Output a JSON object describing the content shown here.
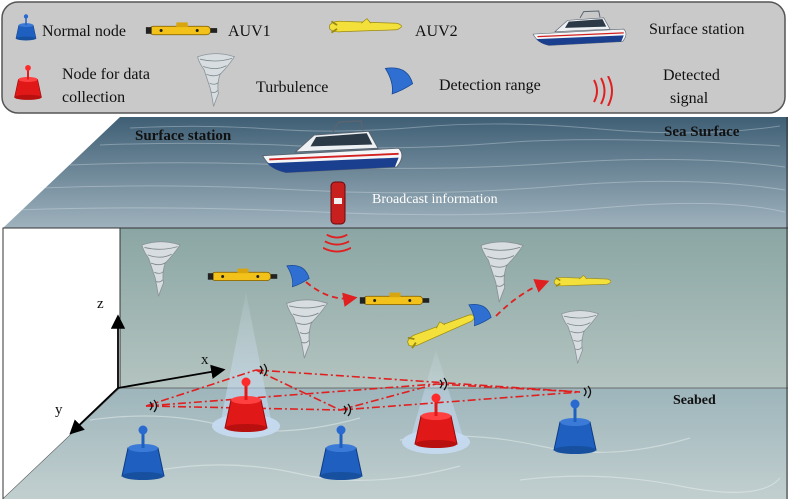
{
  "legend": {
    "normal_node": "Normal node",
    "auv1": "AUV1",
    "auv2": "AUV2",
    "surface_station": "Surface station",
    "node_for_data_line1": "Node for data",
    "node_for_data_line2": "collection",
    "turbulence": "Turbulence",
    "detection_range": "Detection range",
    "detected_signal_line1": "Detected",
    "detected_signal_line2": "signal"
  },
  "scene": {
    "surface_station": "Surface station",
    "sea_surface": "Sea Surface",
    "broadcast": "Broadcast information",
    "seabed": "Seabed"
  },
  "axes": {
    "x": "x",
    "y": "y",
    "z": "z"
  },
  "colors": {
    "legend_bg": "#c9c9c9",
    "water": "#9fb5b2",
    "sea_surface": "#5f7f92",
    "seabed": "#a7bcc0",
    "normal_node": "#1e5fbf",
    "data_node": "#e01818",
    "signal": "#e02020",
    "auv1": "#f2c21a",
    "auv2": "#f3e03a"
  }
}
